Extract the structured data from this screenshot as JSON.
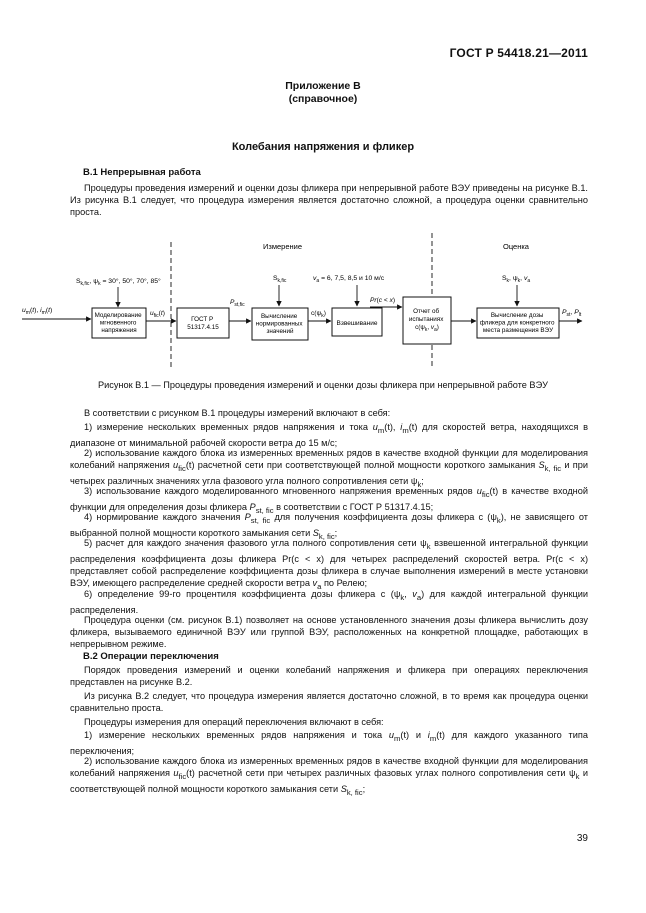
{
  "header": {
    "doc_number": "ГОСТ Р 54418.21—2011"
  },
  "appendix": {
    "title": "Приложение В",
    "subtitle": "(справочное)"
  },
  "section_title": "Колебания напряжения и фликер",
  "s1": {
    "title": "В.1 Непрерывная работа",
    "intro": "Процедуры проведения измерений и оценки дозы фликера при непрерывной работе ВЭУ приведены на рисунке В.1. Из рисунка В.1 следует, что процедура измерения является достаточно сложной, а процедура оценки сравнительно проста."
  },
  "diagram": {
    "label_measure": "Измерение",
    "label_assess": "Оценка",
    "in_params": "S_k,fic, ψ_k = 30°, 50°, 70°, 85°",
    "in_signal": "u_m(t), i_m(t)",
    "block1": [
      "Моделирование",
      "мгновенного",
      "напряжения"
    ],
    "arrow1": "u_fic(t)",
    "block2": [
      "ГОСТ Р",
      "51317.4.15"
    ],
    "arrow2": "P_st,fic",
    "s_param": "S_k,fic",
    "block3": [
      "Вычисление",
      "нормированных",
      "значений"
    ],
    "arrow3": "c(ψ_k)",
    "va_param": "v_a = 6, 7,5, 8,5 и 10 м/с",
    "block4": "Взвешивание",
    "arrow4": "Pr(c < x)",
    "block5": [
      "Отчет об",
      "испытаниях",
      "c(ψ_k, v_a)"
    ],
    "assess_params": "S_k, ψ_k, v_a",
    "block6": [
      "Вычисление дозы",
      "фликера для конкретного",
      "места размещения ВЭУ"
    ],
    "out": "P_st, P_lt"
  },
  "figure_caption": "Рисунок В.1 — Процедуры проведения измерений и оценки дозы фликера при непрерывной работе ВЭУ",
  "p_lead": "В соответствии с рисунком В.1 процедуры измерений включают в себя:",
  "items": {
    "i1": [
      "1) измерение нескольких временных рядов напряжения и тока ",
      "(t), ",
      "(t) для скоростей ветра, находящихся в диапазоне от минимальной рабочей скорости ветра до 15 м/с;"
    ],
    "i2": [
      "2) использование каждого блока из измеренных временных рядов в качестве входной функции для моделирования колебаний напряжения ",
      "(t) расчетной сети при соответствующей полной мощности короткого замыкания ",
      " и при четырех различных значениях угла фазового угла полного сопротивления сети ",
      ";"
    ],
    "i3": [
      "3) использование каждого моделированного мгновенного напряжения временных рядов ",
      "(t) в качестве входной функции для определения дозы фликера ",
      " в соответствии с ГОСТ Р 51317.4.15;"
    ],
    "i4": [
      "4) нормирование каждого значения ",
      " для получения коэффициента дозы фликера c (",
      "), не зависящего от выбранной полной мощности короткого замыкания сети ",
      ";"
    ],
    "i5": [
      "5) расчет для каждого значения фазового угла полного сопротивления сети ",
      " взвешенной интегральной функции распределения коэффициента дозы фликера Pr(c < x) для четырех распределений скоростей ветра. Pr(c < x) представляет собой распределение коэффициента дозы фликера в случае выполнения измерений в месте установки ВЭУ, имеющего распределение средней скорости ветра ",
      " по Релею;"
    ],
    "i6": [
      "6) определение 99-го процентиля коэффициента дозы фликера c (",
      ", ",
      ") для каждой интегральной функции распределения."
    ]
  },
  "p_assess": "Процедура оценки (см. рисунок В.1) позволяет на основе установленного значения дозы фликера вычислить дозу фликера, вызываемого единичной ВЭУ или группой ВЭУ, расположенных на конкретной площадке, работающих в непрерывном режиме.",
  "s2": {
    "title": "В.2 Операции переключения",
    "p1": "Порядок проведения измерений и оценки колебаний напряжения и фликера при операциях переключения представлен на рисунке В.2.",
    "p2": "Из рисунка В.2 следует, что процедура измерения является достаточно сложной, в то время как процедура оценки сравнительно проста.",
    "p3": "Процедуры измерения для операций переключения включают в себя:",
    "i1": [
      "1) измерение нескольких временных рядов напряжения и тока ",
      "(t) и ",
      "(t) для каждого указанного типа переключения;"
    ],
    "i2": [
      "2) использование каждого блока из измеренных временных рядов в качестве входной функции для моделирования колебаний напряжения ",
      "(t) расчетной сети при четырех различных фазовых углах полного сопротивления сети ",
      " и соответствующей полной мощности короткого замыкания сети ",
      ";"
    ]
  },
  "page_number": "39"
}
